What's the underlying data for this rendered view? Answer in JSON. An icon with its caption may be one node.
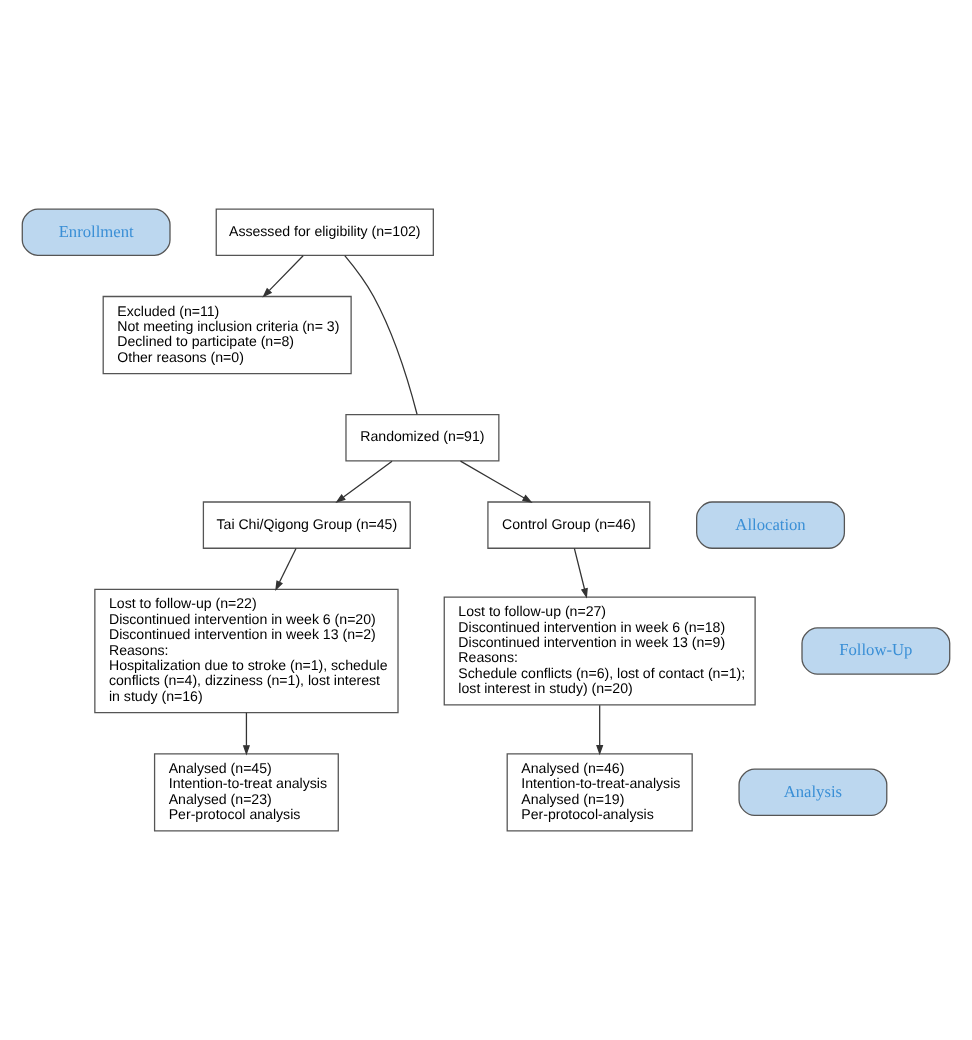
{
  "diagram": {
    "nodes": [
      {
        "text": [
          "Enrollment"
        ]
      },
      {
        "text": [
          "Assessed for eligibility (n=102)"
        ]
      },
      {
        "text": [
          "Excluded (n=11)",
          "Not meeting inclusion criteria (n= 3)",
          "Declined to participate (n=8)",
          "Other reasons (n=0)"
        ]
      },
      {
        "text": [
          "Randomized (n=91)"
        ]
      },
      {
        "text": [
          "Tai Chi/Qigong Group (n=45)"
        ]
      },
      {
        "text": [
          "Allocation"
        ]
      },
      {
        "text": [
          "Control Group (n=46)"
        ]
      },
      {
        "text": [
          "Lost to follow-up (n=22)",
          "Discontinued intervention in week 6 (n=20)",
          "Discontinued intervention in week 13 (n=2)",
          "Reasons:",
          "Hospitalization due to stroke (n=1), schedule conflicts (n=4), dizziness (n=1), lost interest in study (n=16)"
        ]
      },
      {
        "text": [
          "Follow-Up"
        ]
      },
      {
        "text": [
          "Lost to follow-up (n=27)",
          "Discontinued intervention in week 6 (n=18)",
          "Discontinued intervention in week 13 (n=9)",
          "Reasons:",
          "Schedule conflicts (n=6), lost of contact (n=1); lost interest in study) (n=20)"
        ]
      },
      {
        "text": [
          "Analysed (n=45)",
          "Intention-to-treat analysis",
          "Analysed (n=23)",
          "Per-protocol analysis"
        ]
      },
      {
        "text": [
          "Analysis"
        ]
      },
      {
        "text": [
          "Analysed (n=46)",
          "Intention-to-treat-analysis",
          "Analysed (n=19)",
          "Per-protocol-analysis"
        ]
      }
    ],
    "edges": [
      {
        "from": 1,
        "to": 2,
        "arrow": "to"
      },
      {
        "from": 1,
        "to": 3,
        "arrow": "none"
      },
      {
        "from": 3,
        "to": 4,
        "arrow": "to"
      },
      {
        "from": 3,
        "to": 6,
        "arrow": "to"
      },
      {
        "from": 4,
        "to": 7,
        "arrow": "to"
      },
      {
        "from": 6,
        "to": 9,
        "arrow": "to"
      },
      {
        "from": 7,
        "to": 10,
        "arrow": "to"
      },
      {
        "from": 9,
        "to": 12,
        "arrow": "to"
      }
    ]
  }
}
